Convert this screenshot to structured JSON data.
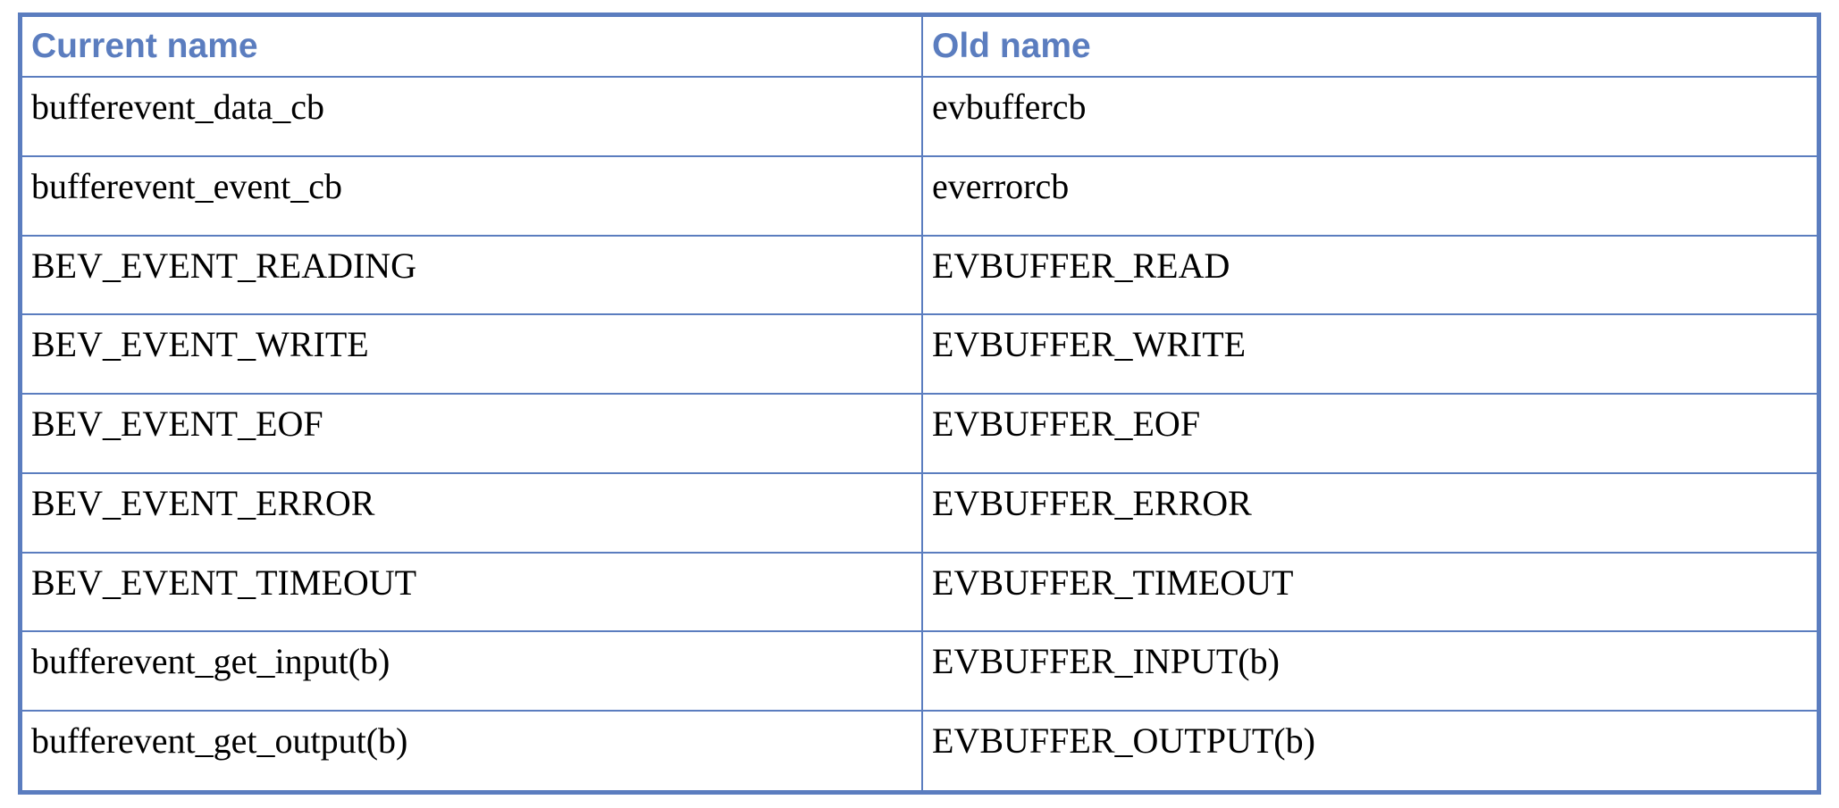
{
  "table": {
    "headers": [
      "Current name",
      "Old name"
    ],
    "rows": [
      [
        "bufferevent_data_cb",
        "evbuffercb"
      ],
      [
        "bufferevent_event_cb",
        "everrorcb"
      ],
      [
        "BEV_EVENT_READING",
        "EVBUFFER_READ"
      ],
      [
        "BEV_EVENT_WRITE",
        "EVBUFFER_WRITE"
      ],
      [
        "BEV_EVENT_EOF",
        "EVBUFFER_EOF"
      ],
      [
        "BEV_EVENT_ERROR",
        "EVBUFFER_ERROR"
      ],
      [
        "BEV_EVENT_TIMEOUT",
        "EVBUFFER_TIMEOUT"
      ],
      [
        "bufferevent_get_input(b)",
        "EVBUFFER_INPUT(b)"
      ],
      [
        "bufferevent_get_output(b)",
        "EVBUFFER_OUTPUT(b)"
      ]
    ]
  },
  "colors": {
    "accent": "#5b7dbf",
    "text": "#000000",
    "background": "#ffffff"
  }
}
